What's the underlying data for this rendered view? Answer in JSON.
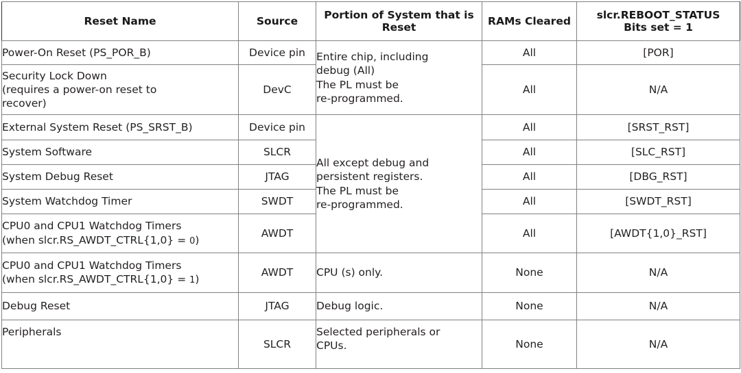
{
  "table": {
    "headers": [
      "Reset Name",
      "Source",
      "Portion of System that is Reset",
      "RAMs Cleared",
      "slcr.REBOOT_STATUS Bits set = 1"
    ],
    "header_lines": {
      "portion_l1": "Portion of System that is",
      "portion_l2": "Reset",
      "status_l1": "slcr.REBOOT_STATUS",
      "status_l2": "Bits set = 1"
    },
    "accent_color": "#a31f2f",
    "border_color": "#808080",
    "portion_groups": [
      {
        "id": "portion-entire-chip",
        "rowspan": 2,
        "lines": [
          "Entire chip, including",
          "debug (All)",
          "The PL must be",
          "re-programmed."
        ]
      },
      {
        "id": "portion-all-except-debug",
        "rowspan": 5,
        "lines": [
          "All except debug and",
          "persistent registers.",
          "The PL must be",
          "re-programmed."
        ]
      },
      {
        "id": "portion-cpus-only",
        "rowspan": 1,
        "lines": [
          "CPU (s) only."
        ]
      },
      {
        "id": "portion-debug-logic",
        "rowspan": 1,
        "lines": [
          "Debug logic."
        ]
      },
      {
        "id": "portion-selected-peripherals",
        "rowspan": 1,
        "lines": [
          "Selected peripherals or",
          "CPUs."
        ]
      }
    ],
    "rows": [
      {
        "id": "row-por",
        "name_lines": [
          "Power-On Reset (PS_POR_B)"
        ],
        "source": "Device pin",
        "rams_cleared": "All",
        "reboot_status": "[POR]"
      },
      {
        "id": "row-seclock",
        "name_lines": [
          "Security Lock Down",
          "(requires a power-on reset to",
          "recover)"
        ],
        "source": "DevC",
        "rams_cleared": "All",
        "reboot_status": "N/A"
      },
      {
        "id": "row-srst",
        "name_lines": [
          "External System Reset (PS_SRST_B)"
        ],
        "source": "Device pin",
        "rams_cleared": "All",
        "reboot_status": "[SRST_RST]"
      },
      {
        "id": "row-syssw",
        "name_lines": [
          "System Software"
        ],
        "source": "SLCR",
        "rams_cleared": "All",
        "reboot_status": "[SLC_RST]"
      },
      {
        "id": "row-sysdbg",
        "name_lines": [
          "System Debug Reset"
        ],
        "source": "JTAG",
        "rams_cleared": "All",
        "reboot_status": "[DBG_RST]"
      },
      {
        "id": "row-swdt",
        "name_lines": [
          "System Watchdog Timer"
        ],
        "source": "SWDT",
        "rams_cleared": "All",
        "reboot_status": "[SWDT_RST]"
      },
      {
        "id": "row-awdt0",
        "name_lines": [
          "CPU0 and CPU1 Watchdog Timers",
          "(when slcr.RS_AWDT_CTRL{1,0} = 0)"
        ],
        "name_prefix": "(when slcr.RS_AWDT_CTRL{1,0} = ",
        "name_suffix_digit": "0",
        "name_tail": ")",
        "source": "AWDT",
        "rams_cleared": "All",
        "reboot_status": "[AWDT{1,0}_RST]"
      },
      {
        "id": "row-awdt1",
        "name_lines": [
          "CPU0 and CPU1 Watchdog Timers",
          "(when slcr.RS_AWDT_CTRL{1,0} = 1)"
        ],
        "name_prefix": "(when slcr.RS_AWDT_CTRL{1,0} = ",
        "name_suffix_digit": "1",
        "name_tail": ")",
        "source": "AWDT",
        "rams_cleared": "None",
        "reboot_status": "N/A"
      },
      {
        "id": "row-dbgrst",
        "name_lines": [
          "Debug Reset"
        ],
        "source": "JTAG",
        "rams_cleared": "None",
        "reboot_status": "N/A"
      },
      {
        "id": "row-periph",
        "name_lines": [
          "Peripherals"
        ],
        "source": "SLCR",
        "rams_cleared": "None",
        "reboot_status": "N/A"
      }
    ]
  }
}
